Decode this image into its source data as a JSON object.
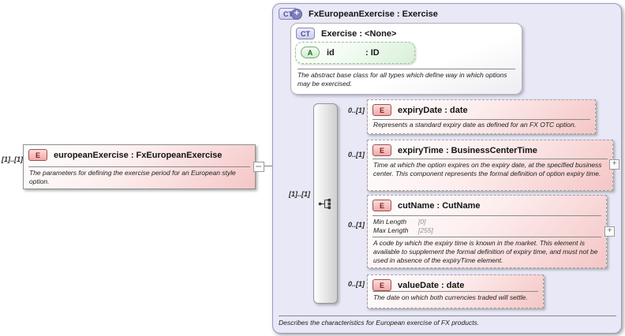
{
  "diagram": {
    "source_element": {
      "cardinality": "[1]..[1]",
      "badge": "E",
      "title": "europeanExercise : FxEuropeanExercise",
      "documentation": "The parameters for defining the exercise period for an European style option."
    },
    "complex_type": {
      "badge": "CT",
      "title": "FxEuropeanExercise : Exercise",
      "documentation": "Describes the characteristics for European exercise of FX products.",
      "base_type": {
        "badge": "CT",
        "title": "Exercise : <None>",
        "documentation": "The abstract base class for all types which define way in which options may be exercised.",
        "attribute": {
          "badge": "A",
          "name": "id",
          "type": ": ID"
        }
      },
      "sequence_cardinality": "[1]..[1]",
      "children": [
        {
          "badge": "E",
          "cardinality": "0..[1]",
          "title": "expiryDate : date",
          "documentation": "Represents a standard expiry date as defined for an FX OTC option."
        },
        {
          "badge": "E",
          "cardinality": "0..[1]",
          "title": "expiryTime : BusinessCenterTime",
          "documentation": "Time at which the option expires on the expiry date, at the specified business center. This component represents the formal definition of option expiry time."
        },
        {
          "badge": "E",
          "cardinality": "0..[1]",
          "title": "cutName : CutName",
          "facets": [
            {
              "name": "Min Length",
              "value": "[0]"
            },
            {
              "name": "Max Length",
              "value": "[255]"
            }
          ],
          "documentation": "A code by which the expiry time is known in the market. This element is available to supplement the formal definition of expiry time, and must not be used in absence of the expiryTime element."
        },
        {
          "badge": "E",
          "cardinality": "0..[1]",
          "title": "valueDate : date",
          "documentation": "The date on which both currencies traded will settle."
        }
      ]
    },
    "colors": {
      "element_fill": "#f5c6c6",
      "attribute_fill": "#d9f0d9",
      "container_fill": "#e8e8f7",
      "element_badge_border": "#9d5151",
      "attribute_badge_border": "#79a879",
      "complextype_badge_border": "#8585bb"
    }
  }
}
